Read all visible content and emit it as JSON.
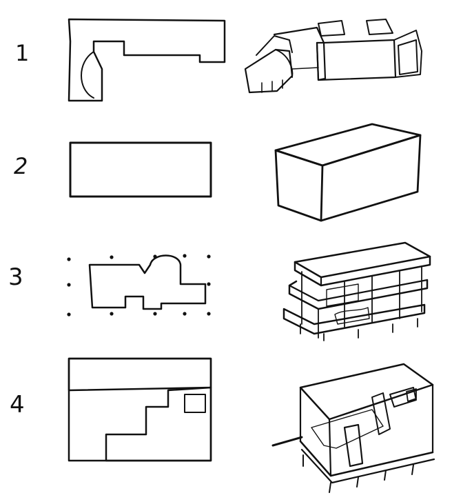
{
  "rows": [
    {
      "label": "1"
    },
    {
      "label": "2"
    },
    {
      "label": "3"
    },
    {
      "label": "4"
    }
  ],
  "colors": {
    "ink": "#111111",
    "paper": "#ffffff"
  }
}
